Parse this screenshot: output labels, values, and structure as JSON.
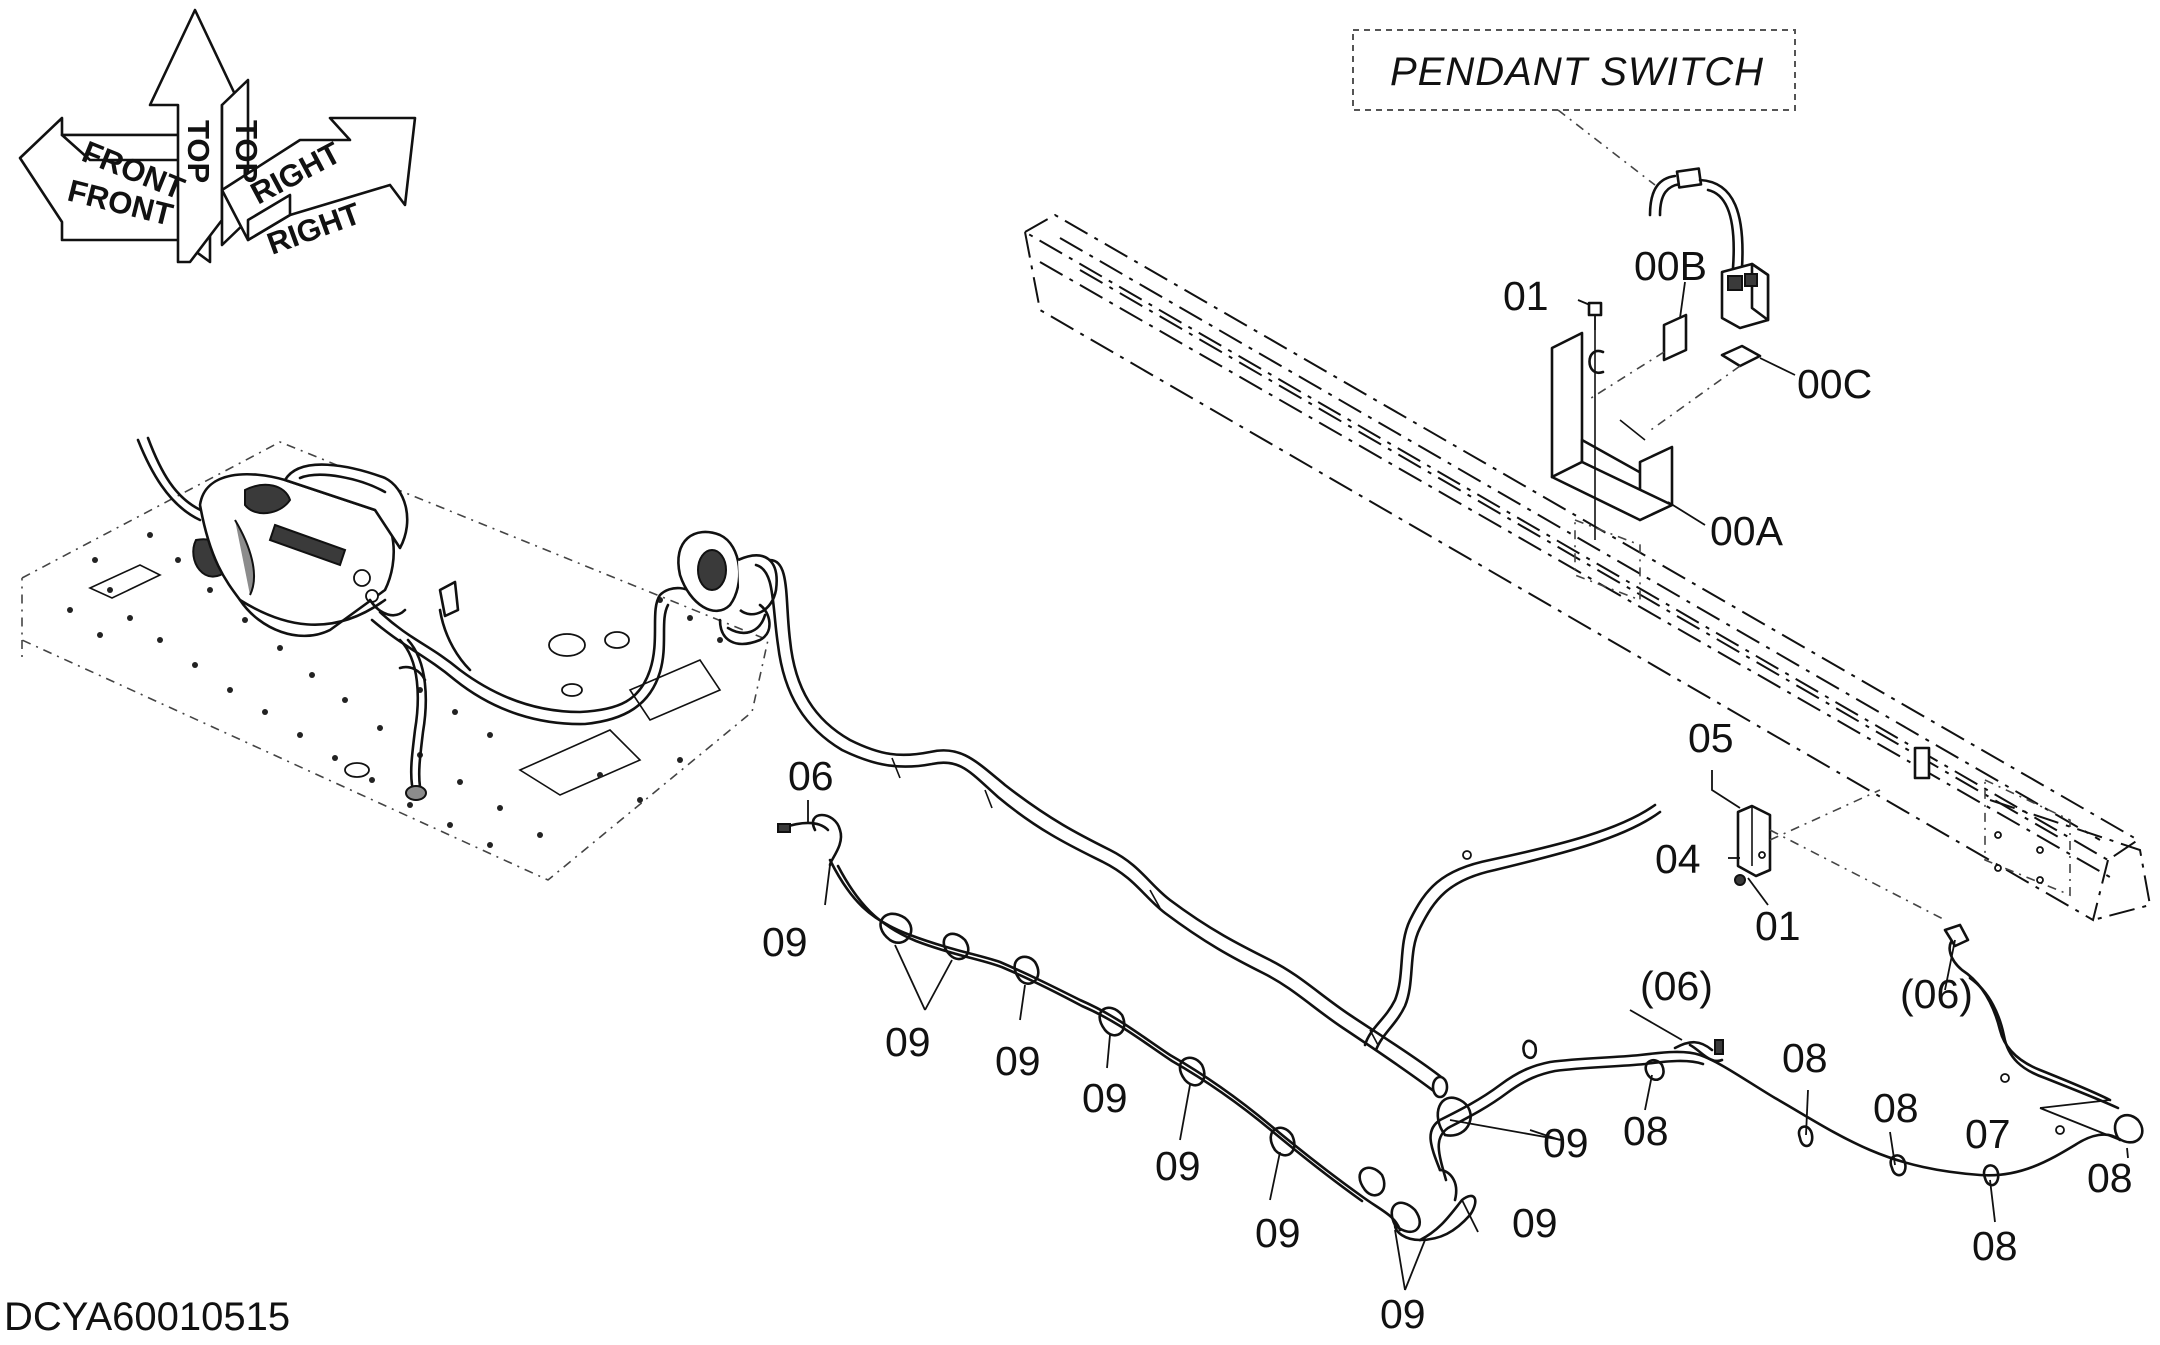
{
  "drawing_id": "DCYA60010515",
  "pendant_box": {
    "label": "PENDANT SWITCH"
  },
  "orientation": {
    "front": "FRONT",
    "top": "TOP",
    "right": "RIGHT"
  },
  "callouts": [
    {
      "id": "c-00B",
      "text": "00B"
    },
    {
      "id": "c-01-top",
      "text": "01"
    },
    {
      "id": "c-00C",
      "text": "00C"
    },
    {
      "id": "c-00A",
      "text": "00A"
    },
    {
      "id": "c-05",
      "text": "05"
    },
    {
      "id": "c-04",
      "text": "04"
    },
    {
      "id": "c-01-mid",
      "text": "01"
    },
    {
      "id": "c-06",
      "text": "06"
    },
    {
      "id": "c-06-p1",
      "text": "(06)"
    },
    {
      "id": "c-06-p2",
      "text": "(06)"
    },
    {
      "id": "c-09-a",
      "text": "09"
    },
    {
      "id": "c-09-b",
      "text": "09"
    },
    {
      "id": "c-09-c",
      "text": "09"
    },
    {
      "id": "c-09-d",
      "text": "09"
    },
    {
      "id": "c-09-e",
      "text": "09"
    },
    {
      "id": "c-09-f",
      "text": "09"
    },
    {
      "id": "c-09-g",
      "text": "09"
    },
    {
      "id": "c-09-h",
      "text": "09"
    },
    {
      "id": "c-09-i",
      "text": "09"
    },
    {
      "id": "c-08-a",
      "text": "08"
    },
    {
      "id": "c-08-b",
      "text": "08"
    },
    {
      "id": "c-08-c",
      "text": "08"
    },
    {
      "id": "c-08-d",
      "text": "08"
    },
    {
      "id": "c-08-e",
      "text": "08"
    },
    {
      "id": "c-07",
      "text": "07"
    }
  ]
}
